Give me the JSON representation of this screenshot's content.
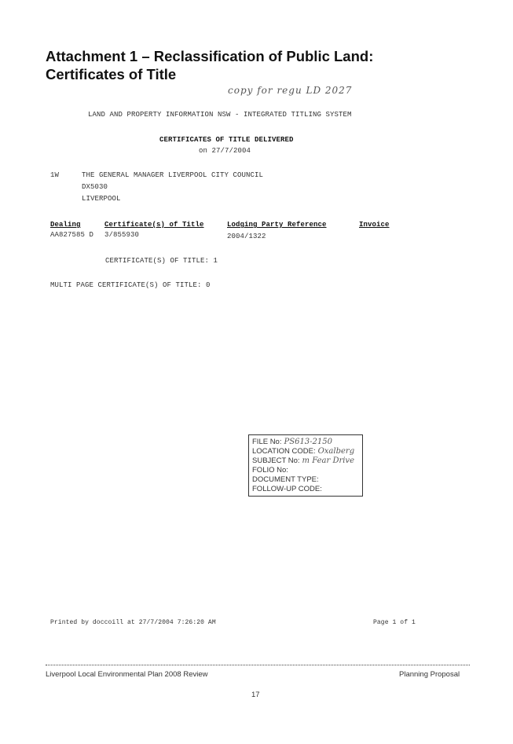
{
  "heading": {
    "line1": "Attachment 1 – Reclassification of Public Land:",
    "line2": "Certificates of Title"
  },
  "handwritten_note": "copy for regu LD 2027",
  "system_title": "LAND AND PROPERTY INFORMATION NSW - INTEGRATED TITLING SYSTEM",
  "cert_heading": "CERTIFICATES OF TITLE DELIVERED",
  "cert_date": "on 27/7/2004",
  "addressee": {
    "code": "1W",
    "name": "THE GENERAL MANAGER LIVERPOOL CITY COUNCIL",
    "dx": "DX5030",
    "city": "LIVERPOOL"
  },
  "table": {
    "headers": [
      "Dealing",
      "Certificate(s) of Title",
      "Lodging Party Reference",
      "Invoice"
    ],
    "row": {
      "dealing": "AA827585 D",
      "certificate": "3/855930",
      "reference": "2004/1322",
      "invoice": ""
    }
  },
  "cert_count": "CERTIFICATE(S) OF TITLE: 1",
  "multi_count": "MULTI PAGE CERTIFICATE(S) OF TITLE: 0",
  "stamp": {
    "file_label": "FILE No:",
    "file_value": "PS613-2150",
    "location_label": "LOCATION CODE:",
    "location_value": "Oxalberg",
    "subject_label": "SUBJECT No:",
    "subject_value": "m Fear Drive",
    "folio_label": "FOLIO No:",
    "doctype_label": "DOCUMENT TYPE:",
    "followup_label": "FOLLOW-UP CODE:"
  },
  "printed_by": "Printed by doccoill at 27/7/2004 7:26:20 AM",
  "page_of": "Page 1 of 1",
  "footer": {
    "left": "Liverpool Local Environmental Plan 2008 Review",
    "right": "Planning Proposal",
    "page_number": "17"
  }
}
